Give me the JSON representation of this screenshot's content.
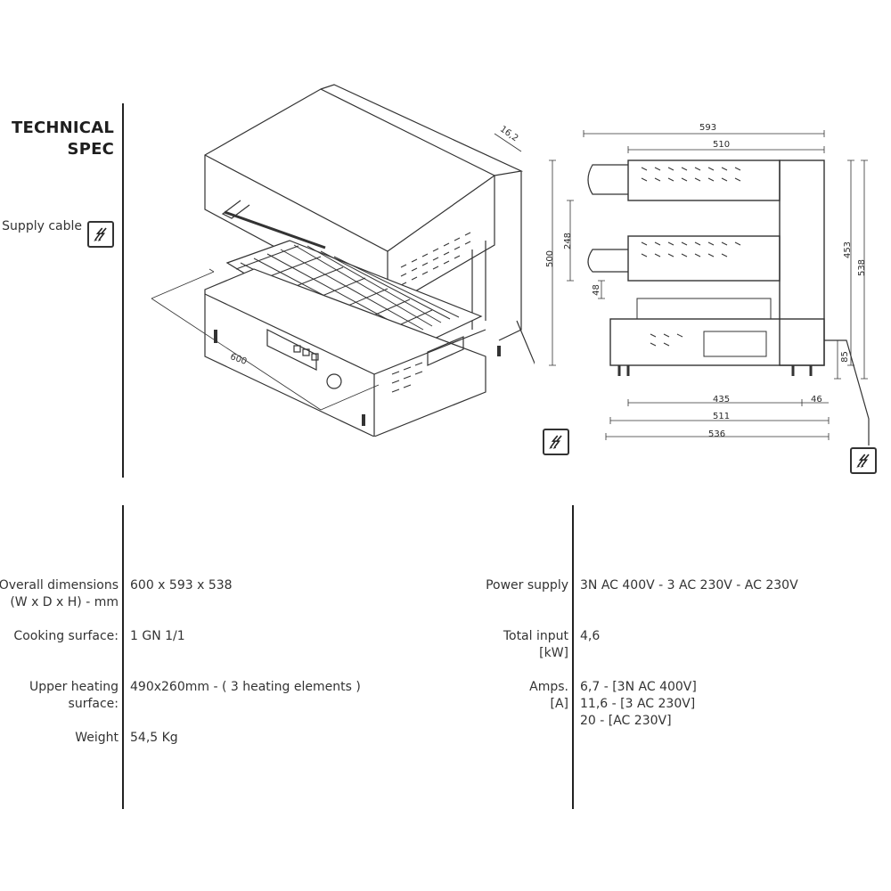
{
  "header": {
    "title_line1": "TECHNICAL",
    "title_line2": "SPEC"
  },
  "supply": {
    "label": "Supply cable",
    "icon": "electric-plug-icon"
  },
  "drawing": {
    "iso_depth_label": "600",
    "iso_top_label": "16,2",
    "dims": {
      "w593": "593",
      "w510": "510",
      "h500": "500",
      "h248": "248",
      "h48": "48",
      "h453": "453",
      "h538": "538",
      "h85": "85",
      "w435": "435",
      "w46": "46",
      "w511": "511",
      "w536": "536"
    }
  },
  "specs_left": [
    {
      "label_lines": [
        "Overall dimensions",
        "(W x D x H) - mm"
      ],
      "value_lines": [
        "600 x 593 x 538"
      ]
    },
    {
      "label_lines": [
        "Cooking surface:"
      ],
      "value_lines": [
        "1 GN 1/1"
      ]
    },
    {
      "label_lines": [
        "Upper heating",
        "surface:"
      ],
      "value_lines": [
        "490x260mm - ( 3 heating elements )"
      ]
    },
    {
      "label_lines": [
        "Weight"
      ],
      "value_lines": [
        "54,5 Kg"
      ]
    }
  ],
  "specs_right": [
    {
      "label_lines": [
        "Power supply"
      ],
      "value_lines": [
        "3N AC 400V - 3 AC 230V - AC 230V"
      ]
    },
    {
      "label_lines": [
        "Total input",
        "[kW]"
      ],
      "value_lines": [
        "4,6"
      ]
    },
    {
      "label_lines": [
        "Amps.",
        "[A]"
      ],
      "value_lines": [
        "6,7 - [3N AC 400V]",
        "11,6 - [3 AC 230V]",
        "20 - [AC 230V]"
      ]
    }
  ]
}
